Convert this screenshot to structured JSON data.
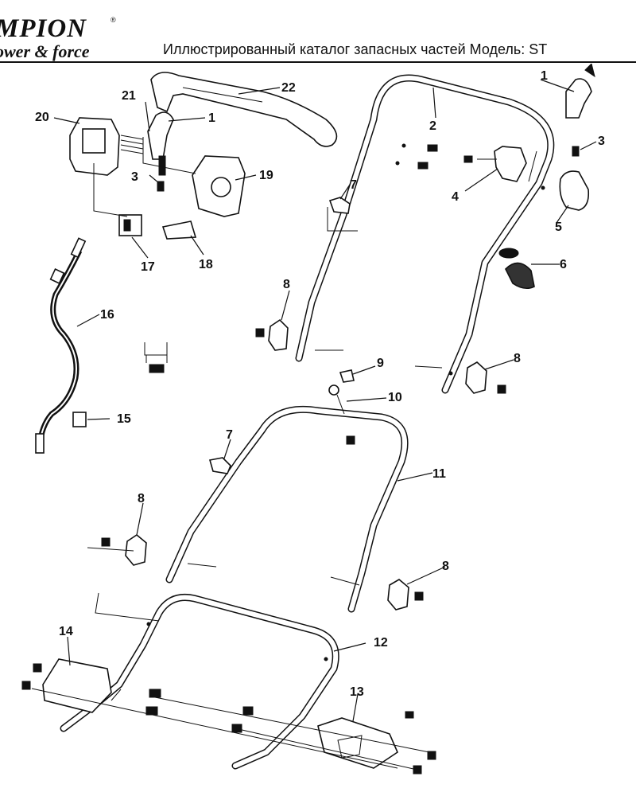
{
  "header": {
    "brand": "MPION",
    "brand_mark": "®",
    "tagline": "ower & force",
    "title": "Иллюстрированный каталог запасных частей Модель: ST"
  },
  "callouts": {
    "c1a": "1",
    "c1b": "1",
    "c2": "2",
    "c3a": "3",
    "c3b": "3",
    "c4": "4",
    "c5": "5",
    "c6": "6",
    "c7a": "7",
    "c7b": "7",
    "c8a": "8",
    "c8b": "8",
    "c8c": "8",
    "c8d": "8",
    "c9": "9",
    "c10": "10",
    "c11": "11",
    "c12": "12",
    "c13": "13",
    "c14": "14",
    "c15": "15",
    "c16": "16",
    "c17": "17",
    "c18": "18",
    "c19": "19",
    "c20": "20",
    "c21": "21",
    "c22": "22"
  }
}
